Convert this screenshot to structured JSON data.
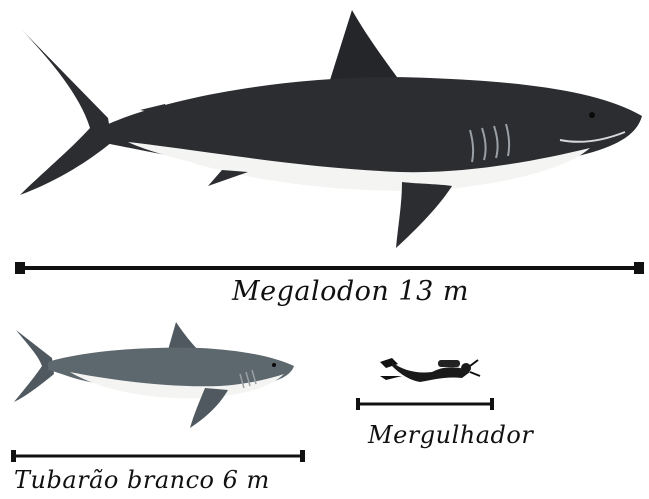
{
  "labels": {
    "megalodon": "Megalodon 13 m",
    "white_shark": "Tubarão branco 6 m",
    "diver": "Mergulhador"
  },
  "colors": {
    "shark_dark": "#2b2d31",
    "shark_belly": "#f4f4f2",
    "white_shark_back": "#5d676e",
    "scale_bar": "#111111",
    "background": "#ffffff"
  },
  "icons": {
    "megalodon": "megalodon-shark-icon",
    "white_shark": "white-shark-icon",
    "diver": "diver-icon"
  }
}
